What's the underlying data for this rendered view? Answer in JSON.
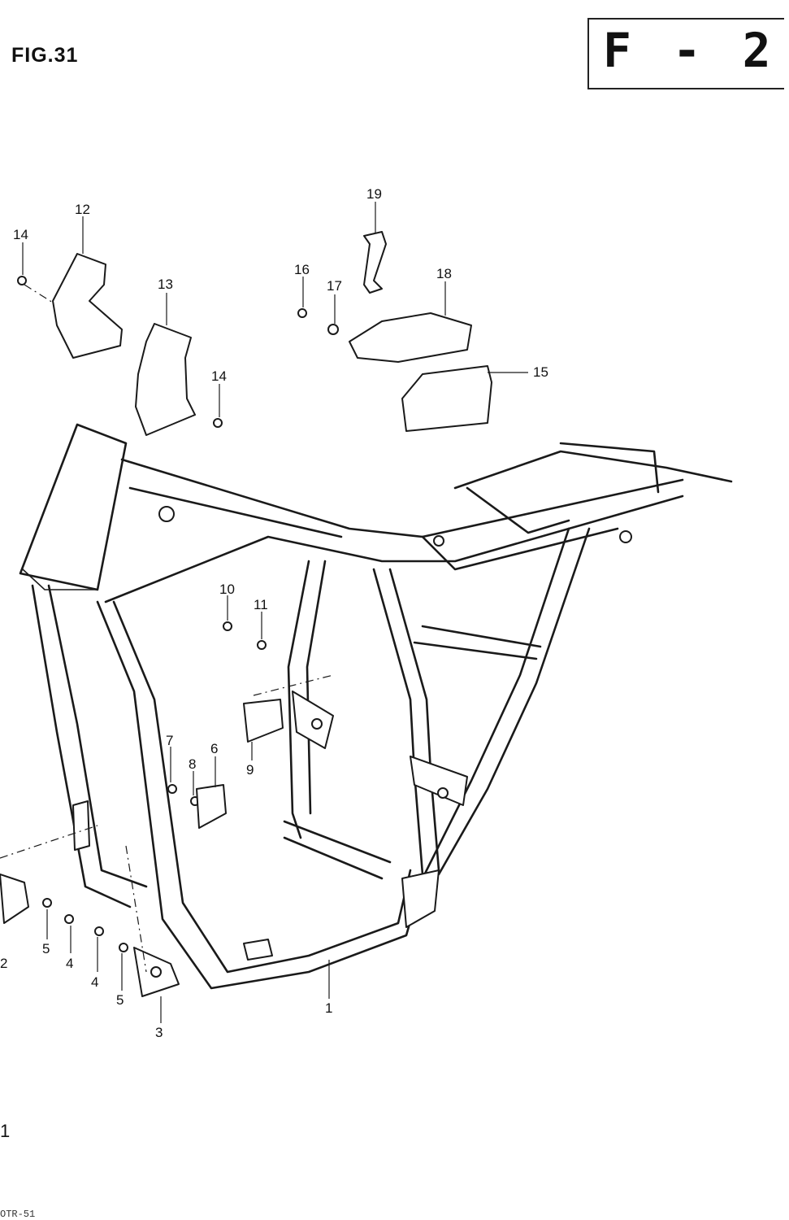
{
  "header": {
    "figure_label": "FIG.31",
    "section_code": "F - 2"
  },
  "callouts": {
    "c1": "1",
    "c2": "2",
    "c3": "3",
    "c4a": "4",
    "c4b": "4",
    "c5a": "5",
    "c5b": "5",
    "c6": "6",
    "c7": "7",
    "c8": "8",
    "c9": "9",
    "c10": "10",
    "c11": "11",
    "c12": "12",
    "c13": "13",
    "c14a": "14",
    "c14b": "14",
    "c15": "15",
    "c16": "16",
    "c17": "17",
    "c18": "18",
    "c19": "19"
  },
  "footer": {
    "page_mark": "1",
    "reference": "OTR-51"
  }
}
